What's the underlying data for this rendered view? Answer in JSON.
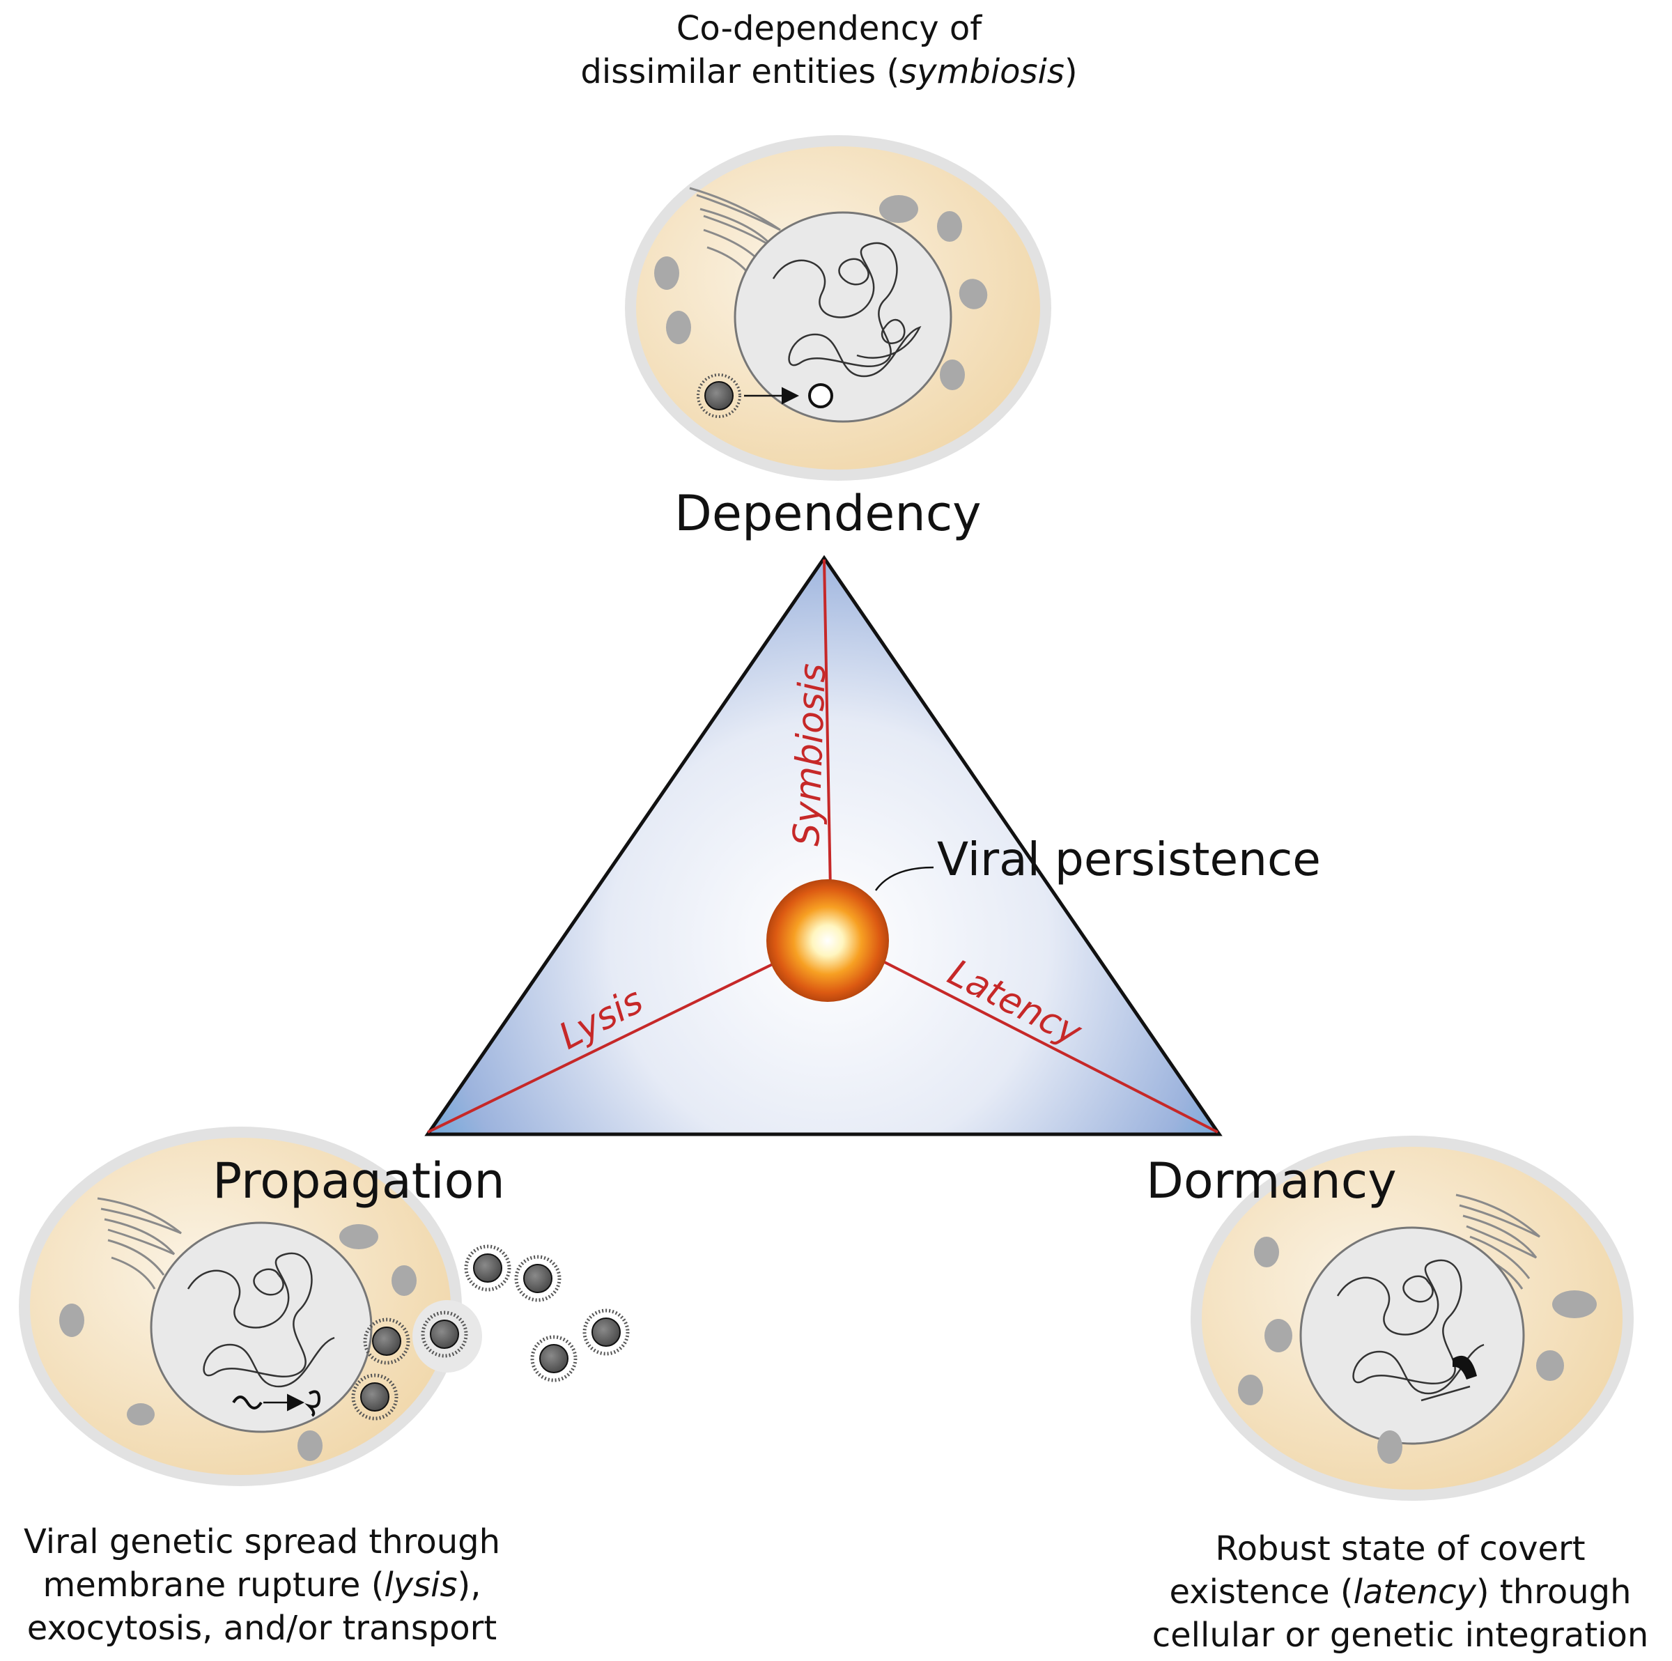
{
  "captions": {
    "top": {
      "line1": "Co-dependency of",
      "line2_pre": "dissimilar entities (",
      "line2_em": "symbiosis",
      "line2_post": ")"
    },
    "bottom_left": {
      "line1": "Viral genetic spread through",
      "line2_pre": "membrane rupture (",
      "line2_em": "lysis",
      "line2_post": "),",
      "line3": "exocytosis, and/or transport"
    },
    "bottom_right": {
      "line1": "Robust state of covert",
      "line2_pre": "existence (",
      "line2_em": "latency",
      "line2_post": ") through",
      "line3": "cellular or genetic integration"
    }
  },
  "vertices": {
    "top": "Dependency",
    "left": "Propagation",
    "right": "Dormancy"
  },
  "center": {
    "label": "Viral persistence"
  },
  "edges": {
    "symbiosis": "Symbiosis",
    "lysis": "Lysis",
    "latency": "Latency"
  },
  "colors": {
    "cytoplasm": "#f3ddb5",
    "membrane": "#e2e2e2",
    "nucleus": "#e9e9e9",
    "organelle": "#a9a9a9",
    "edge_line": "#c62828",
    "triangle_edge": "#4fa3d8",
    "center_core": "#ffffff",
    "center_rim": "#e06010"
  }
}
